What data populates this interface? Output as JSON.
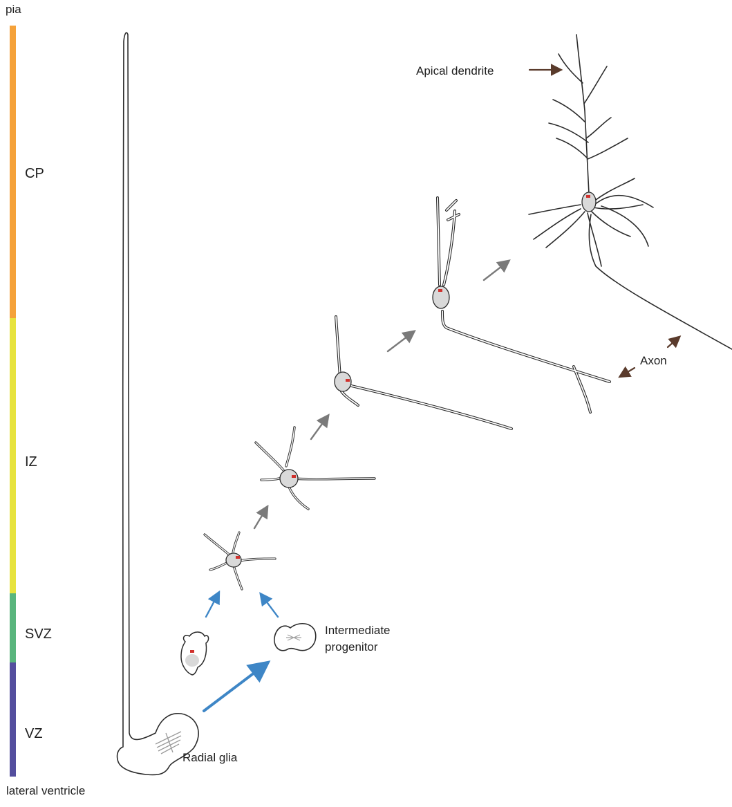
{
  "labels": {
    "top": "pia",
    "bottom": "lateral ventricle",
    "apical_dendrite": "Apical dendrite",
    "axon": "Axon",
    "intermediate_line1": "Intermediate",
    "intermediate_line2": "progenitor",
    "radial_glia": "Radial glia"
  },
  "zones": [
    {
      "name": "CP",
      "color": "#f5a23a"
    },
    {
      "name": "IZ",
      "color": "#e7e33e"
    },
    {
      "name": "SVZ",
      "color": "#59b57d"
    },
    {
      "name": "VZ",
      "color": "#544e9e"
    }
  ],
  "colors": {
    "cell_outline": "#2b2b2b",
    "cell_fill": "#d9d9d9",
    "centrosome": "#d0312d",
    "arrow_blue": "#3e86c6",
    "arrow_gray": "#7a7a7a",
    "arrow_brown": "#5a3b2c"
  }
}
